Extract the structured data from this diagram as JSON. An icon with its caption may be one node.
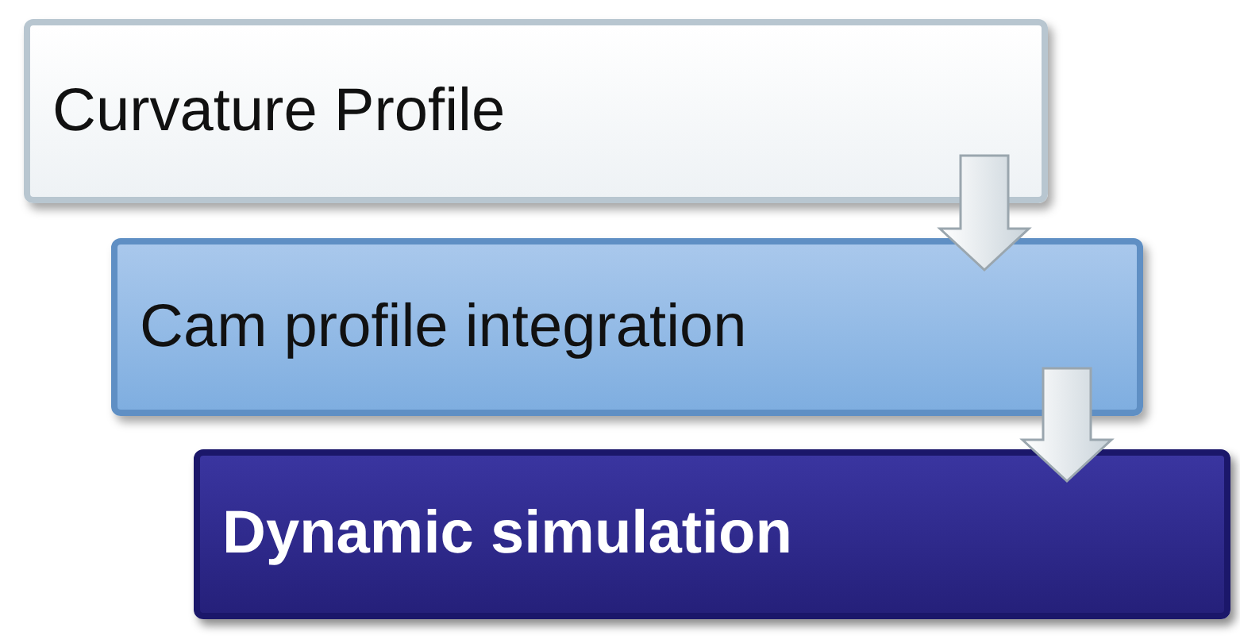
{
  "diagram": {
    "nodes": [
      {
        "text": [
          "Curvature Profile"
        ]
      },
      {
        "text": [
          "Cam profile integration"
        ]
      },
      {
        "text": [
          "Dynamic simulation"
        ]
      }
    ],
    "edges": [
      {
        "from": 0,
        "to": 1,
        "arrow": "to"
      },
      {
        "from": 1,
        "to": 2,
        "arrow": "to"
      }
    ]
  }
}
